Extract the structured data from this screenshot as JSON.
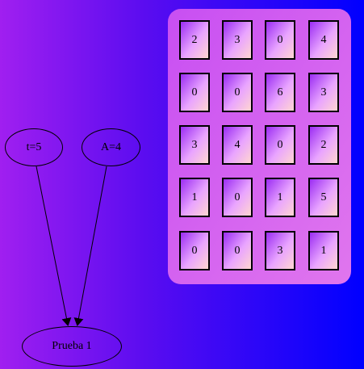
{
  "nodes": {
    "t": "t=5",
    "a": "A=4",
    "p": "Prueba 1"
  },
  "grid": [
    [
      "2",
      "3",
      "0",
      "4"
    ],
    [
      "0",
      "0",
      "6",
      "3"
    ],
    [
      "3",
      "4",
      "0",
      "2"
    ],
    [
      "1",
      "0",
      "1",
      "5"
    ],
    [
      "0",
      "0",
      "3",
      "1"
    ]
  ]
}
